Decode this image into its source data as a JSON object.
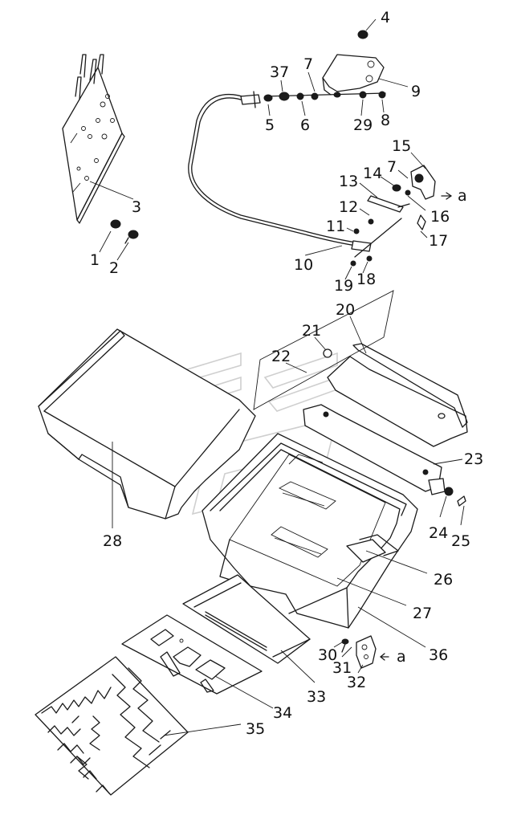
{
  "diagram": {
    "callouts": [
      {
        "id": "c4",
        "text": "4"
      },
      {
        "id": "c37",
        "text": "37"
      },
      {
        "id": "c7a",
        "text": "7"
      },
      {
        "id": "c9",
        "text": "9"
      },
      {
        "id": "c5",
        "text": "5"
      },
      {
        "id": "c6",
        "text": "6"
      },
      {
        "id": "c29",
        "text": "29"
      },
      {
        "id": "c8",
        "text": "8"
      },
      {
        "id": "c3",
        "text": "3"
      },
      {
        "id": "c15",
        "text": "15"
      },
      {
        "id": "c14",
        "text": "14"
      },
      {
        "id": "c7b",
        "text": "7"
      },
      {
        "id": "c13",
        "text": "13"
      },
      {
        "id": "ca1",
        "text": "a"
      },
      {
        "id": "c12",
        "text": "12"
      },
      {
        "id": "c16",
        "text": "16"
      },
      {
        "id": "c11",
        "text": "11"
      },
      {
        "id": "c17",
        "text": "17"
      },
      {
        "id": "c1",
        "text": "1"
      },
      {
        "id": "c2",
        "text": "2"
      },
      {
        "id": "c10",
        "text": "10"
      },
      {
        "id": "c19",
        "text": "19"
      },
      {
        "id": "c18",
        "text": "18"
      },
      {
        "id": "c20",
        "text": "20"
      },
      {
        "id": "c21",
        "text": "21"
      },
      {
        "id": "c22",
        "text": "22"
      },
      {
        "id": "c23",
        "text": "23"
      },
      {
        "id": "c28",
        "text": "28"
      },
      {
        "id": "c24",
        "text": "24"
      },
      {
        "id": "c25",
        "text": "25"
      },
      {
        "id": "c26",
        "text": "26"
      },
      {
        "id": "c27",
        "text": "27"
      },
      {
        "id": "c36",
        "text": "36"
      },
      {
        "id": "c30",
        "text": "30"
      },
      {
        "id": "c31",
        "text": "31"
      },
      {
        "id": "ca2",
        "text": "a"
      },
      {
        "id": "c32",
        "text": "32"
      },
      {
        "id": "c33",
        "text": "33"
      },
      {
        "id": "c34",
        "text": "34"
      },
      {
        "id": "c35",
        "text": "35"
      }
    ]
  }
}
